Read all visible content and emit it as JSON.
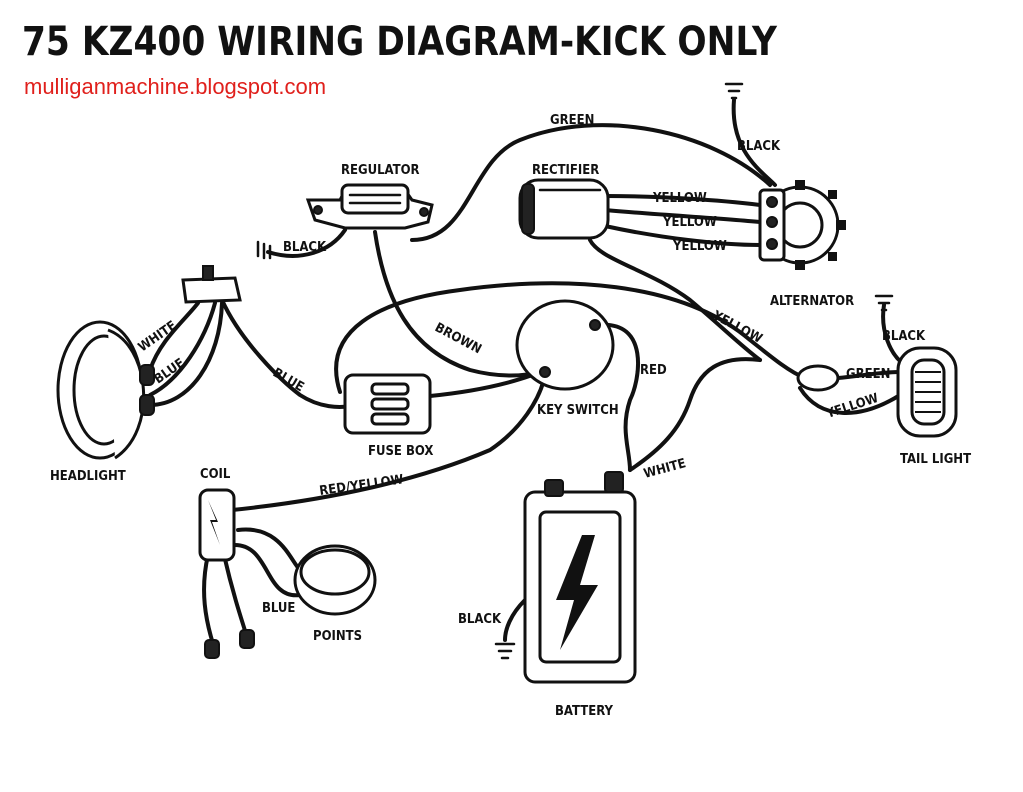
{
  "header": {
    "title": "75 KZ400 WIRING DIAGRAM-KICK ONLY",
    "subtitle": "mulliganmachine.blogspot.com"
  },
  "colors": {
    "subtitle": "#e0201c",
    "ink": "#111111"
  },
  "components": {
    "regulator": "REGULATOR",
    "rectifier": "RECTIFIER",
    "alternator": "ALTERNATOR",
    "headlight": "HEADLIGHT",
    "fuse_box": "FUSE BOX",
    "key_switch": "KEY SWITCH",
    "tail_light": "TAIL LIGHT",
    "coil": "COIL",
    "points": "POINTS",
    "battery": "BATTERY"
  },
  "wires": {
    "green_top": "GREEN",
    "black_alternator": "BLACK",
    "yellow_1": "YELLOW",
    "yellow_2": "YELLOW",
    "yellow_3": "YELLOW",
    "black_regulator": "BLACK",
    "white_headlight": "WHITE",
    "blue_headlight": "BLUE",
    "blue_fusebox": "BLUE",
    "brown": "BROWN",
    "red": "RED",
    "yellow_tail": "YELLOW",
    "black_tail": "BLACK",
    "green_tail": "GREEN",
    "yellow_tail_2": "YELLOW",
    "red_yellow": "RED/YELLOW",
    "white_battery": "WHITE",
    "blue_points": "BLUE",
    "black_battery": "BLACK"
  }
}
